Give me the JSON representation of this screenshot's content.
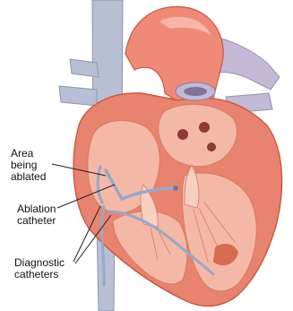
{
  "labels": {
    "area": [
      "Area",
      "being",
      "ablated"
    ],
    "ablation": [
      "Ablation",
      "catheter"
    ],
    "diagnostic": [
      "Diagnostic",
      "catheters"
    ]
  },
  "colors": {
    "muscle": "#e8836f",
    "muscle_dark": "#c9583f",
    "interior": "#f4b9a6",
    "vein": "#b9bfd2",
    "vein_dark": "#8f96ae",
    "aorta": "#f08a78",
    "catheter": "#9aa7c7",
    "label_text": "#111111"
  }
}
